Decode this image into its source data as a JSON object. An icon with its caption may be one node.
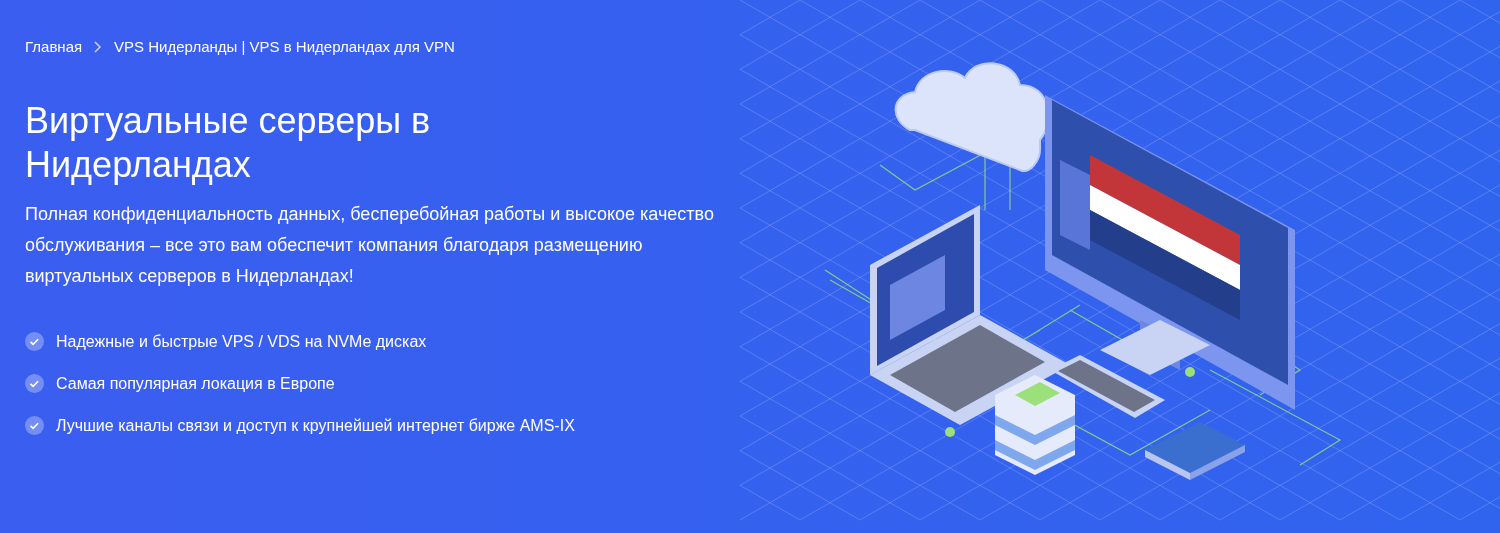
{
  "diagram": {
    "title": "Виртуальные серверы в Нидерландах",
    "labels": [
      "Главная",
      "VPS Нидерланды | VPS в Нидерландах для VPN",
      "Полная конфиденциальность данных, бесперебойная работы и высокое качество обслуживания – все это вам обеспечит компания благодаря размещению виртуальных серверов в Нидерландах!",
      "Надежные и быстрые VPS / VDS на NVMe дисках",
      "Самая популярная локация в Европе",
      "Лучшие каналы связи и доступ к крупнейшей интернет бирже AMS-IX"
    ]
  }
}
